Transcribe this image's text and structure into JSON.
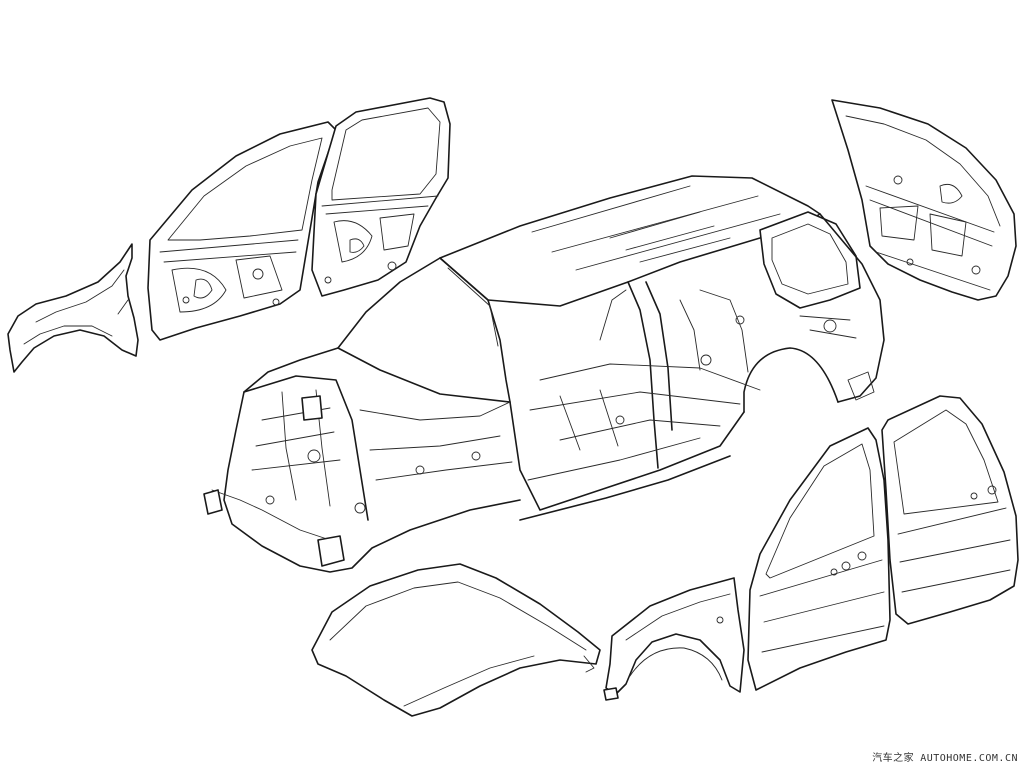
{
  "figure": {
    "subject": "exploded-body-in-white",
    "line_color": "#1a1a1a",
    "background": "#ffffff"
  },
  "watermark": {
    "site_name": "汽车之家",
    "site_domain": "AUTOHOME.COM.CN"
  }
}
